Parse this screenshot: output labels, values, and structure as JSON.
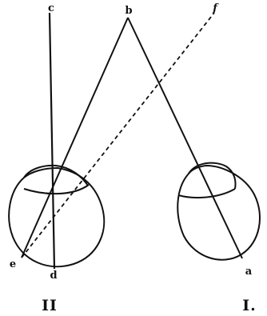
{
  "labels": {
    "c": "c",
    "b": "b",
    "f": "f",
    "e": "e",
    "d": "d",
    "a": "a",
    "eye_left": "II",
    "eye_right": "I."
  },
  "colors": {
    "ink": "#111111",
    "background": "#ffffff"
  },
  "line_styles": {
    "e_to_f": "dashed"
  }
}
